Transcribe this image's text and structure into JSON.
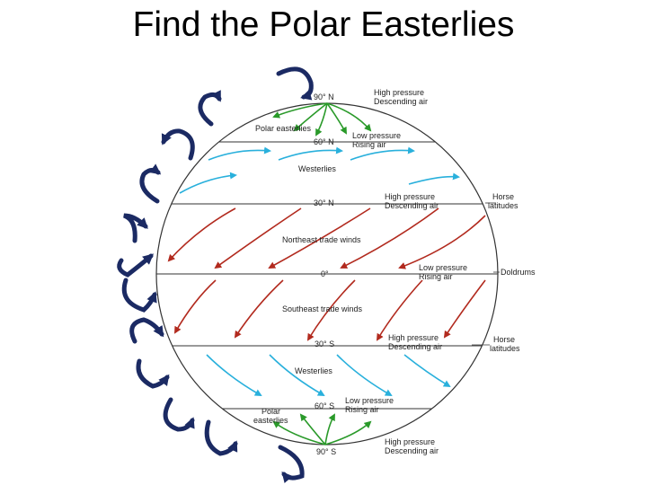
{
  "slide": {
    "title": "Find the Polar Easterlies"
  },
  "colors": {
    "polar": "#2a9a2a",
    "westerlies": "#29b0dc",
    "trades": "#b22a1e",
    "cells": "#1b2a63",
    "lines": "#222222"
  },
  "labels": {
    "n90": "90° N",
    "n60": "60° N",
    "n30": "30° N",
    "eq": "0°",
    "s30": "30° S",
    "s60": "60° S",
    "s90": "90° S",
    "hp_n90_1": "High pressure",
    "hp_n90_2": "Descending air",
    "lp_n60_1": "Low pressure",
    "lp_n60_2": "Rising air",
    "hp_n30_1": "High pressure",
    "hp_n30_2": "Descending air",
    "lp_eq_1": "Low pressure",
    "lp_eq_2": "Rising air",
    "hp_s30_1": "High pressure",
    "hp_s30_2": "Descending air",
    "lp_s60_1": "Low pressure",
    "lp_s60_2": "Rising air",
    "hp_s90_1": "High pressure",
    "hp_s90_2": "Descending air",
    "horse_n_1": "Horse",
    "horse_n_2": "latitudes",
    "doldrums": "Doldrums",
    "horse_s_1": "Horse",
    "horse_s_2": "latitudes",
    "polar_easterlies_n": "Polar easterlies",
    "westerlies_n": "Westerlies",
    "ne_trades": "Northeast trade winds",
    "se_trades": "Southeast trade winds",
    "westerlies_s": "Westerlies",
    "polar_easterlies_s_1": "Polar",
    "polar_easterlies_s_2": "easterlies"
  }
}
